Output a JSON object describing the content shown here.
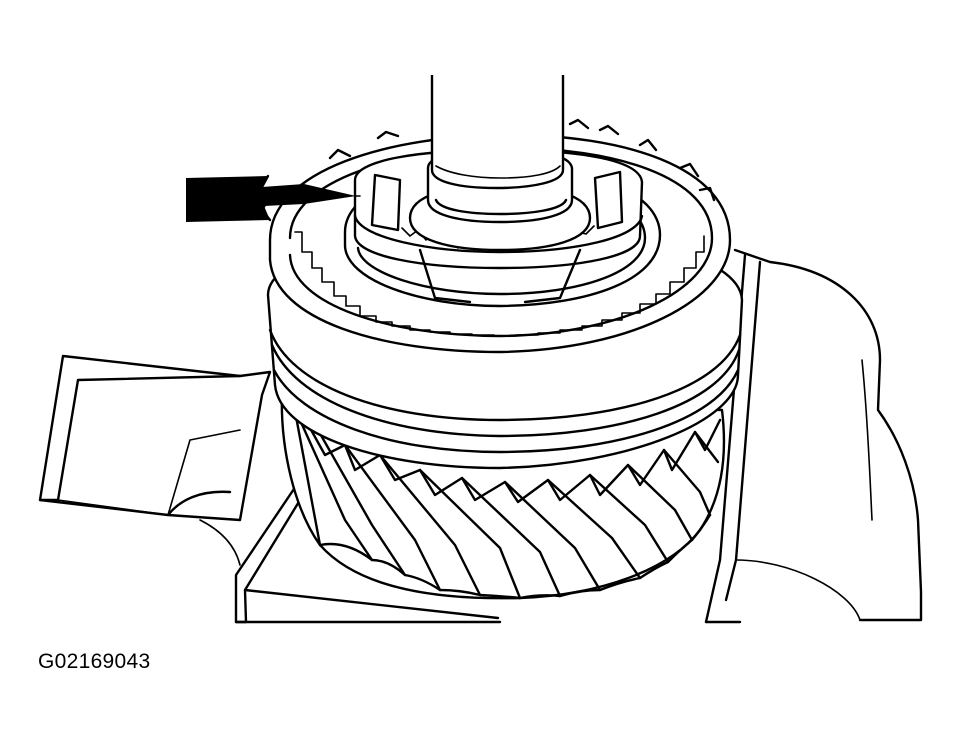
{
  "figure": {
    "id_label": "G02169043",
    "colors": {
      "line": "#000000",
      "background": "#ffffff"
    },
    "components": [
      "main-shaft",
      "synchronizer-ring",
      "shift-key-retainer",
      "clutch-hub",
      "synchronizer-sleeve",
      "helical-gear",
      "holding-fixture",
      "pointer-arrow"
    ]
  }
}
